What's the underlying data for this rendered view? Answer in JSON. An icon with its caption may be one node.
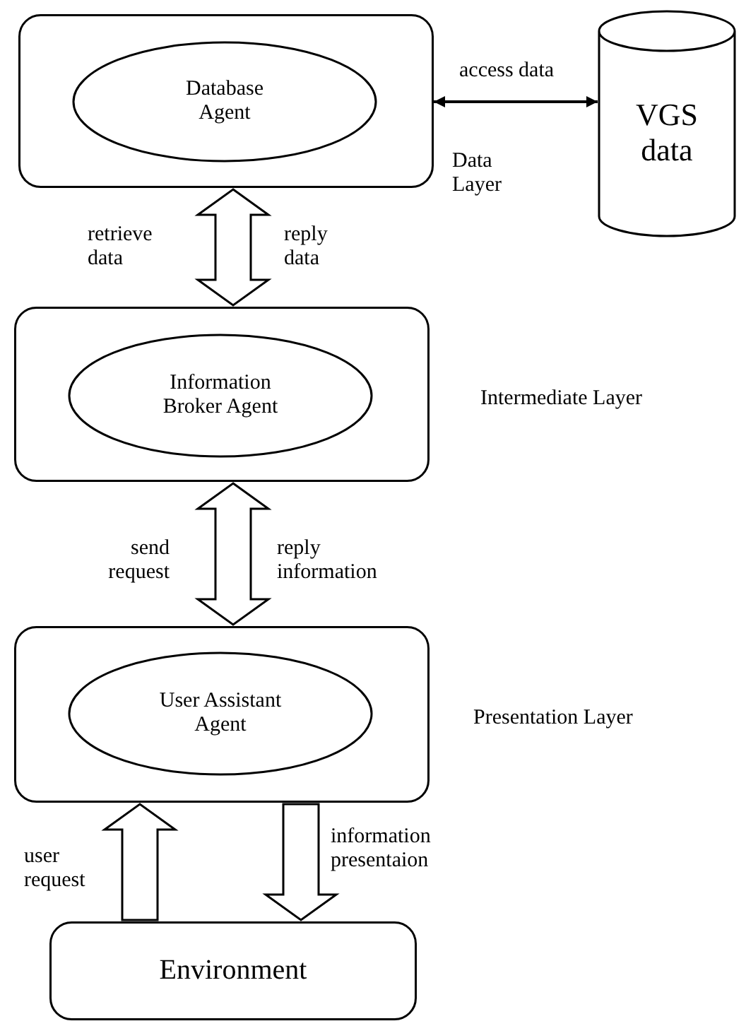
{
  "diagram": {
    "nodes": [
      {
        "text": [],
        "shape": "box",
        "beside": [
          "Data Layer"
        ]
      },
      {
        "text": [
          "Database Agent"
        ],
        "in": 0
      },
      {
        "text": [
          "VGS data"
        ]
      },
      {
        "text": [],
        "shape": "box",
        "beside": [
          "Intermediate Layer"
        ]
      },
      {
        "text": [
          "Information Broker Agent"
        ],
        "in": 3
      },
      {
        "text": [],
        "shape": "box",
        "beside": [
          "Presentation Layer"
        ]
      },
      {
        "text": [
          "User Assistant Agent"
        ],
        "in": 5
      },
      {
        "text": [
          "Environment"
        ]
      }
    ],
    "edges": [
      {
        "from": 0,
        "to": 2,
        "arrow": "both",
        "label": "access data"
      },
      {
        "from": 0,
        "to": 3,
        "arrow": "both",
        "style": "thick"
      },
      {
        "from": 3,
        "to": 5,
        "arrow": "both",
        "style": "thick"
      },
      {
        "from": 7,
        "to": 5,
        "arrow": "to",
        "style": "thick",
        "label": "user request"
      },
      {
        "from": 5,
        "to": 7,
        "arrow": "to",
        "style": "thick",
        "label": "information presentaion"
      }
    ],
    "labels": [
      "retrieve data",
      "reply data",
      "send request",
      "reply information"
    ]
  }
}
